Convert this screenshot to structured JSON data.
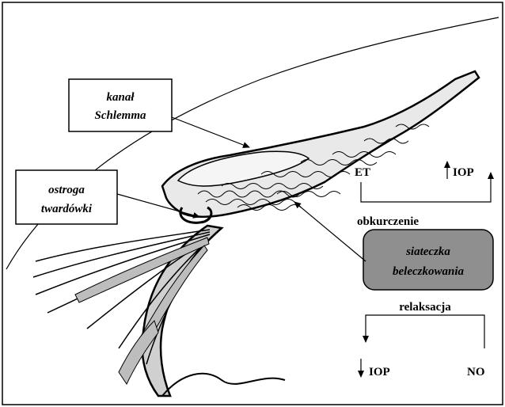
{
  "labels": {
    "schlemm_line1": "kanał",
    "schlemm_line2": "Schlemma",
    "spur_line1": "ostroga",
    "spur_line2": "twardówki",
    "meshwork_line1": "siateczka",
    "meshwork_line2": "beleczkowania",
    "contraction": "obkurczenie",
    "relaxation": "relaksacja",
    "et": "ET",
    "iop_top": "IOP",
    "iop_bottom": "IOP",
    "no": "NO"
  },
  "colors": {
    "meshwork_box": "#8f8f8f",
    "tissue_fill": "#c8c8c8",
    "ink": "#000000",
    "paper": "#ffffff"
  }
}
